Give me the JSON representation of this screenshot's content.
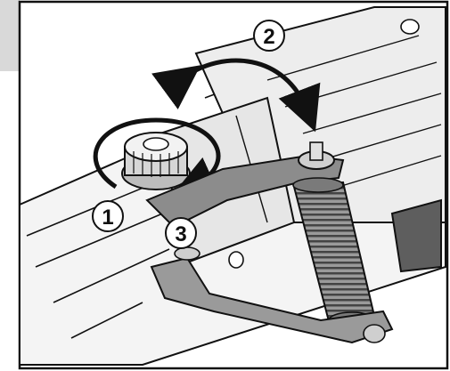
{
  "callouts": [
    {
      "id": "1",
      "text": "1"
    },
    {
      "id": "2",
      "text": "2"
    },
    {
      "id": "3",
      "text": "3"
    }
  ],
  "colors": {
    "frame": "#111111",
    "side_tab": "#d9d9d9",
    "tool_dark": "#f0f0f0",
    "spring": "#6a6a6a",
    "handle": "#8c8c8c"
  }
}
